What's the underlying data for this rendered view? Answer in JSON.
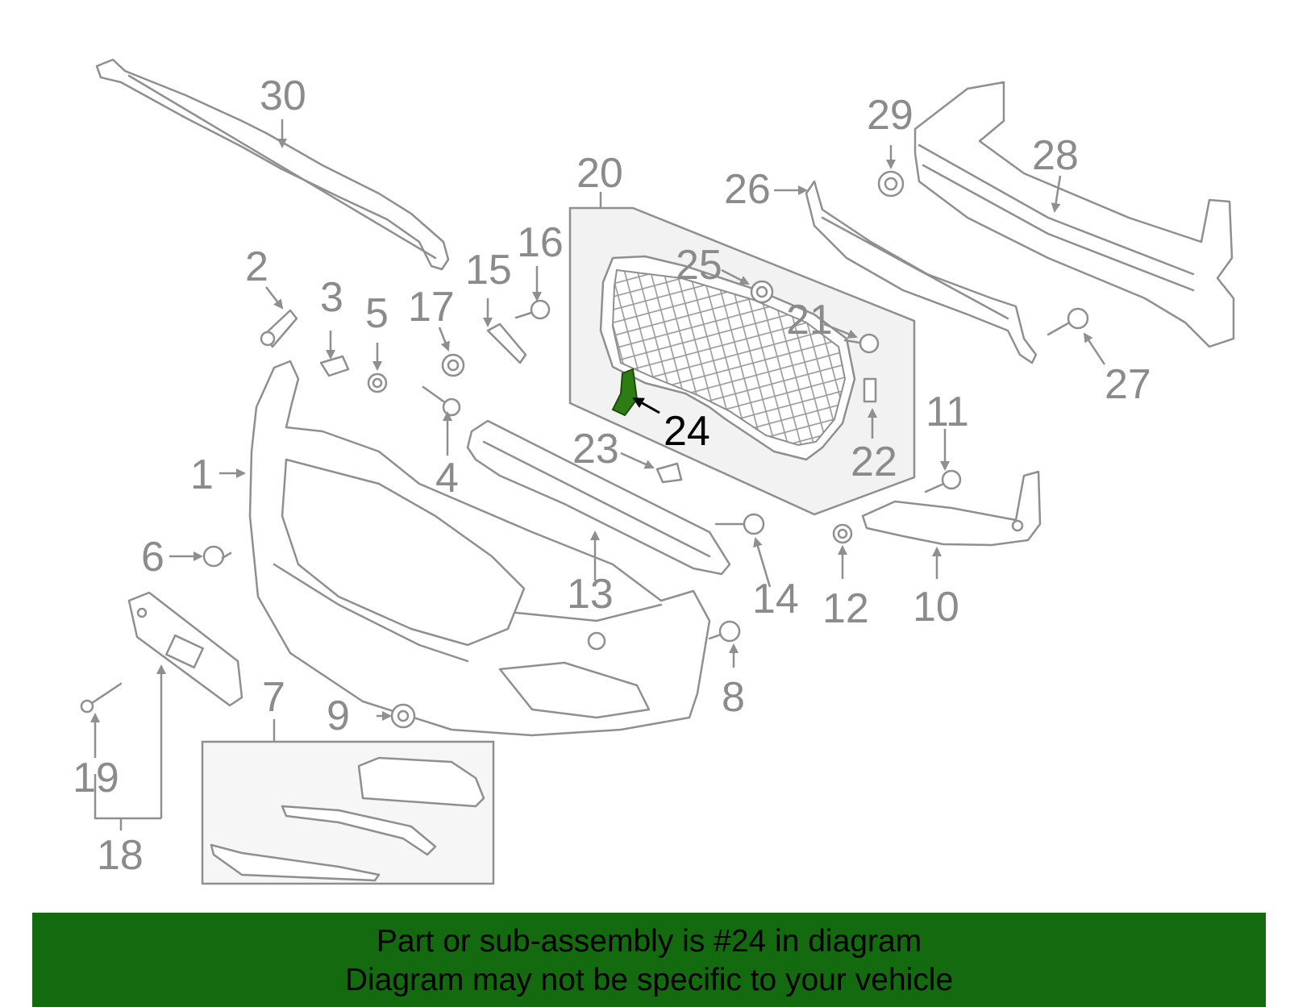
{
  "diagram": {
    "highlight_color": "#2e7d12",
    "banner_color": "#146a0f",
    "line_color": "#8f8f8f",
    "highlighted_callout": "24",
    "callouts": [
      {
        "id": "1",
        "text": "1"
      },
      {
        "id": "2",
        "text": "2"
      },
      {
        "id": "3",
        "text": "3"
      },
      {
        "id": "4",
        "text": "4"
      },
      {
        "id": "5",
        "text": "5"
      },
      {
        "id": "6",
        "text": "6"
      },
      {
        "id": "7",
        "text": "7"
      },
      {
        "id": "8",
        "text": "8"
      },
      {
        "id": "9",
        "text": "9"
      },
      {
        "id": "10",
        "text": "10"
      },
      {
        "id": "11",
        "text": "11"
      },
      {
        "id": "12",
        "text": "12"
      },
      {
        "id": "13",
        "text": "13"
      },
      {
        "id": "14",
        "text": "14"
      },
      {
        "id": "15",
        "text": "15"
      },
      {
        "id": "16",
        "text": "16"
      },
      {
        "id": "17",
        "text": "17"
      },
      {
        "id": "18",
        "text": "18"
      },
      {
        "id": "19",
        "text": "19"
      },
      {
        "id": "20",
        "text": "20"
      },
      {
        "id": "21",
        "text": "21"
      },
      {
        "id": "22",
        "text": "22"
      },
      {
        "id": "23",
        "text": "23"
      },
      {
        "id": "24",
        "text": "24"
      },
      {
        "id": "25",
        "text": "25"
      },
      {
        "id": "26",
        "text": "26"
      },
      {
        "id": "27",
        "text": "27"
      },
      {
        "id": "28",
        "text": "28"
      },
      {
        "id": "29",
        "text": "29"
      },
      {
        "id": "30",
        "text": "30"
      }
    ]
  },
  "banner": {
    "line1": "Part or sub-assembly is #24 in diagram",
    "line2": "Diagram may not be specific to your vehicle"
  }
}
